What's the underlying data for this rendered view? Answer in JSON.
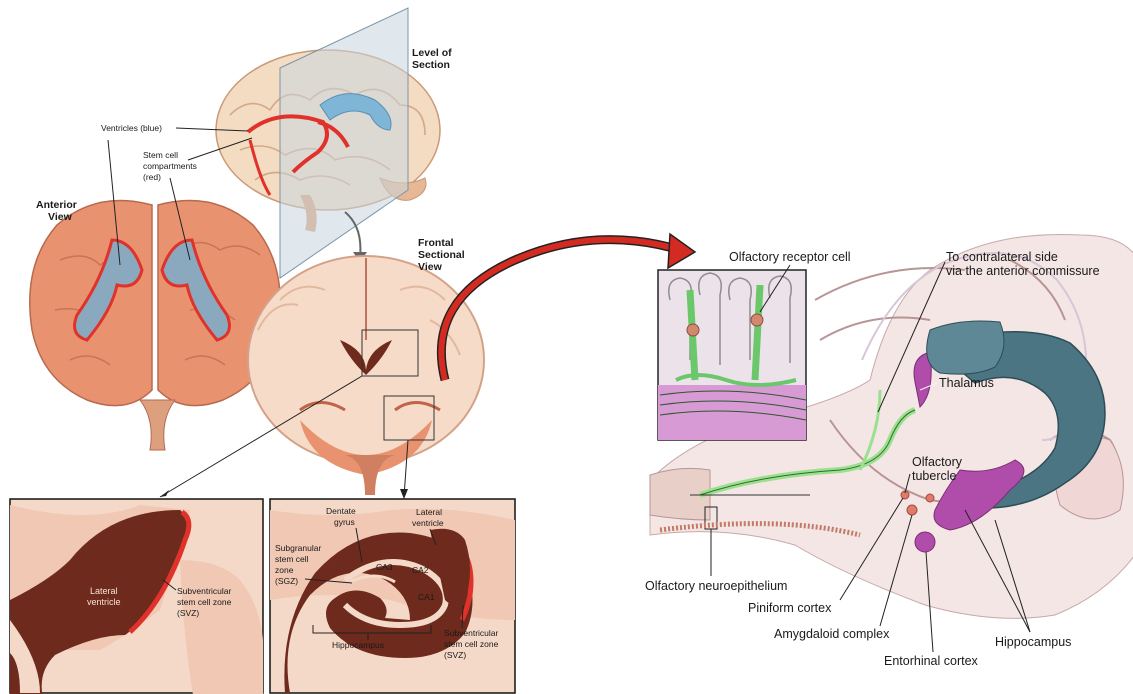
{
  "brain_3d": {
    "level_of_section": [
      "Level of",
      "Section"
    ],
    "ventricles": "Ventricles (blue)",
    "stem_cell": [
      "Stem cell",
      "compartments",
      "(red)"
    ]
  },
  "anterior": {
    "title": [
      "Anterior",
      "View"
    ]
  },
  "frontal": {
    "title": [
      "Frontal",
      "Sectional",
      "View"
    ]
  },
  "svz_panel": {
    "lateral_ventricle": [
      "Lateral",
      "ventricle"
    ],
    "svz": [
      "Subventricular",
      "stem cell zone",
      "(SVZ)"
    ]
  },
  "hippo_panel": {
    "dentate_gyrus": [
      "Dentate",
      "gyrus"
    ],
    "lateral_ventricle": [
      "Lateral",
      "ventricle"
    ],
    "sgz": [
      "Subgranular",
      "stem cell",
      "zone",
      "(SGZ)"
    ],
    "ca3": "CA3",
    "ca2": "CA2",
    "ca1": "CA1",
    "hippocampus": "Hippocampus",
    "svz": [
      "Subventricular",
      "stem cell zone",
      "(SVZ)"
    ]
  },
  "olfactory": {
    "receptor_cell": "Olfactory receptor cell",
    "contralateral": [
      "To contralateral side",
      "via the anterior commissure"
    ],
    "thalamus": "Thalamus",
    "tubercle": [
      "Olfactory",
      "tubercle"
    ],
    "neuroepithelium": "Olfactory neuroepithelium",
    "piniform": "Piniform cortex",
    "amygdaloid": "Amygdaloid complex",
    "hippocampus": "Hippocampus",
    "entorhinal": "Entorhinal cortex"
  },
  "colors": {
    "brain": "#e89270",
    "brain_light": "#f6dcc8",
    "ventricle": "#7fa6bf",
    "stem_cell": "#e0322a",
    "dark_tissue": "#6e2a1d",
    "pale_tissue": "#f5d9c8",
    "thalamus": "#4c7584",
    "limbic": "#b04ca9",
    "receptor": "#9be08f"
  }
}
